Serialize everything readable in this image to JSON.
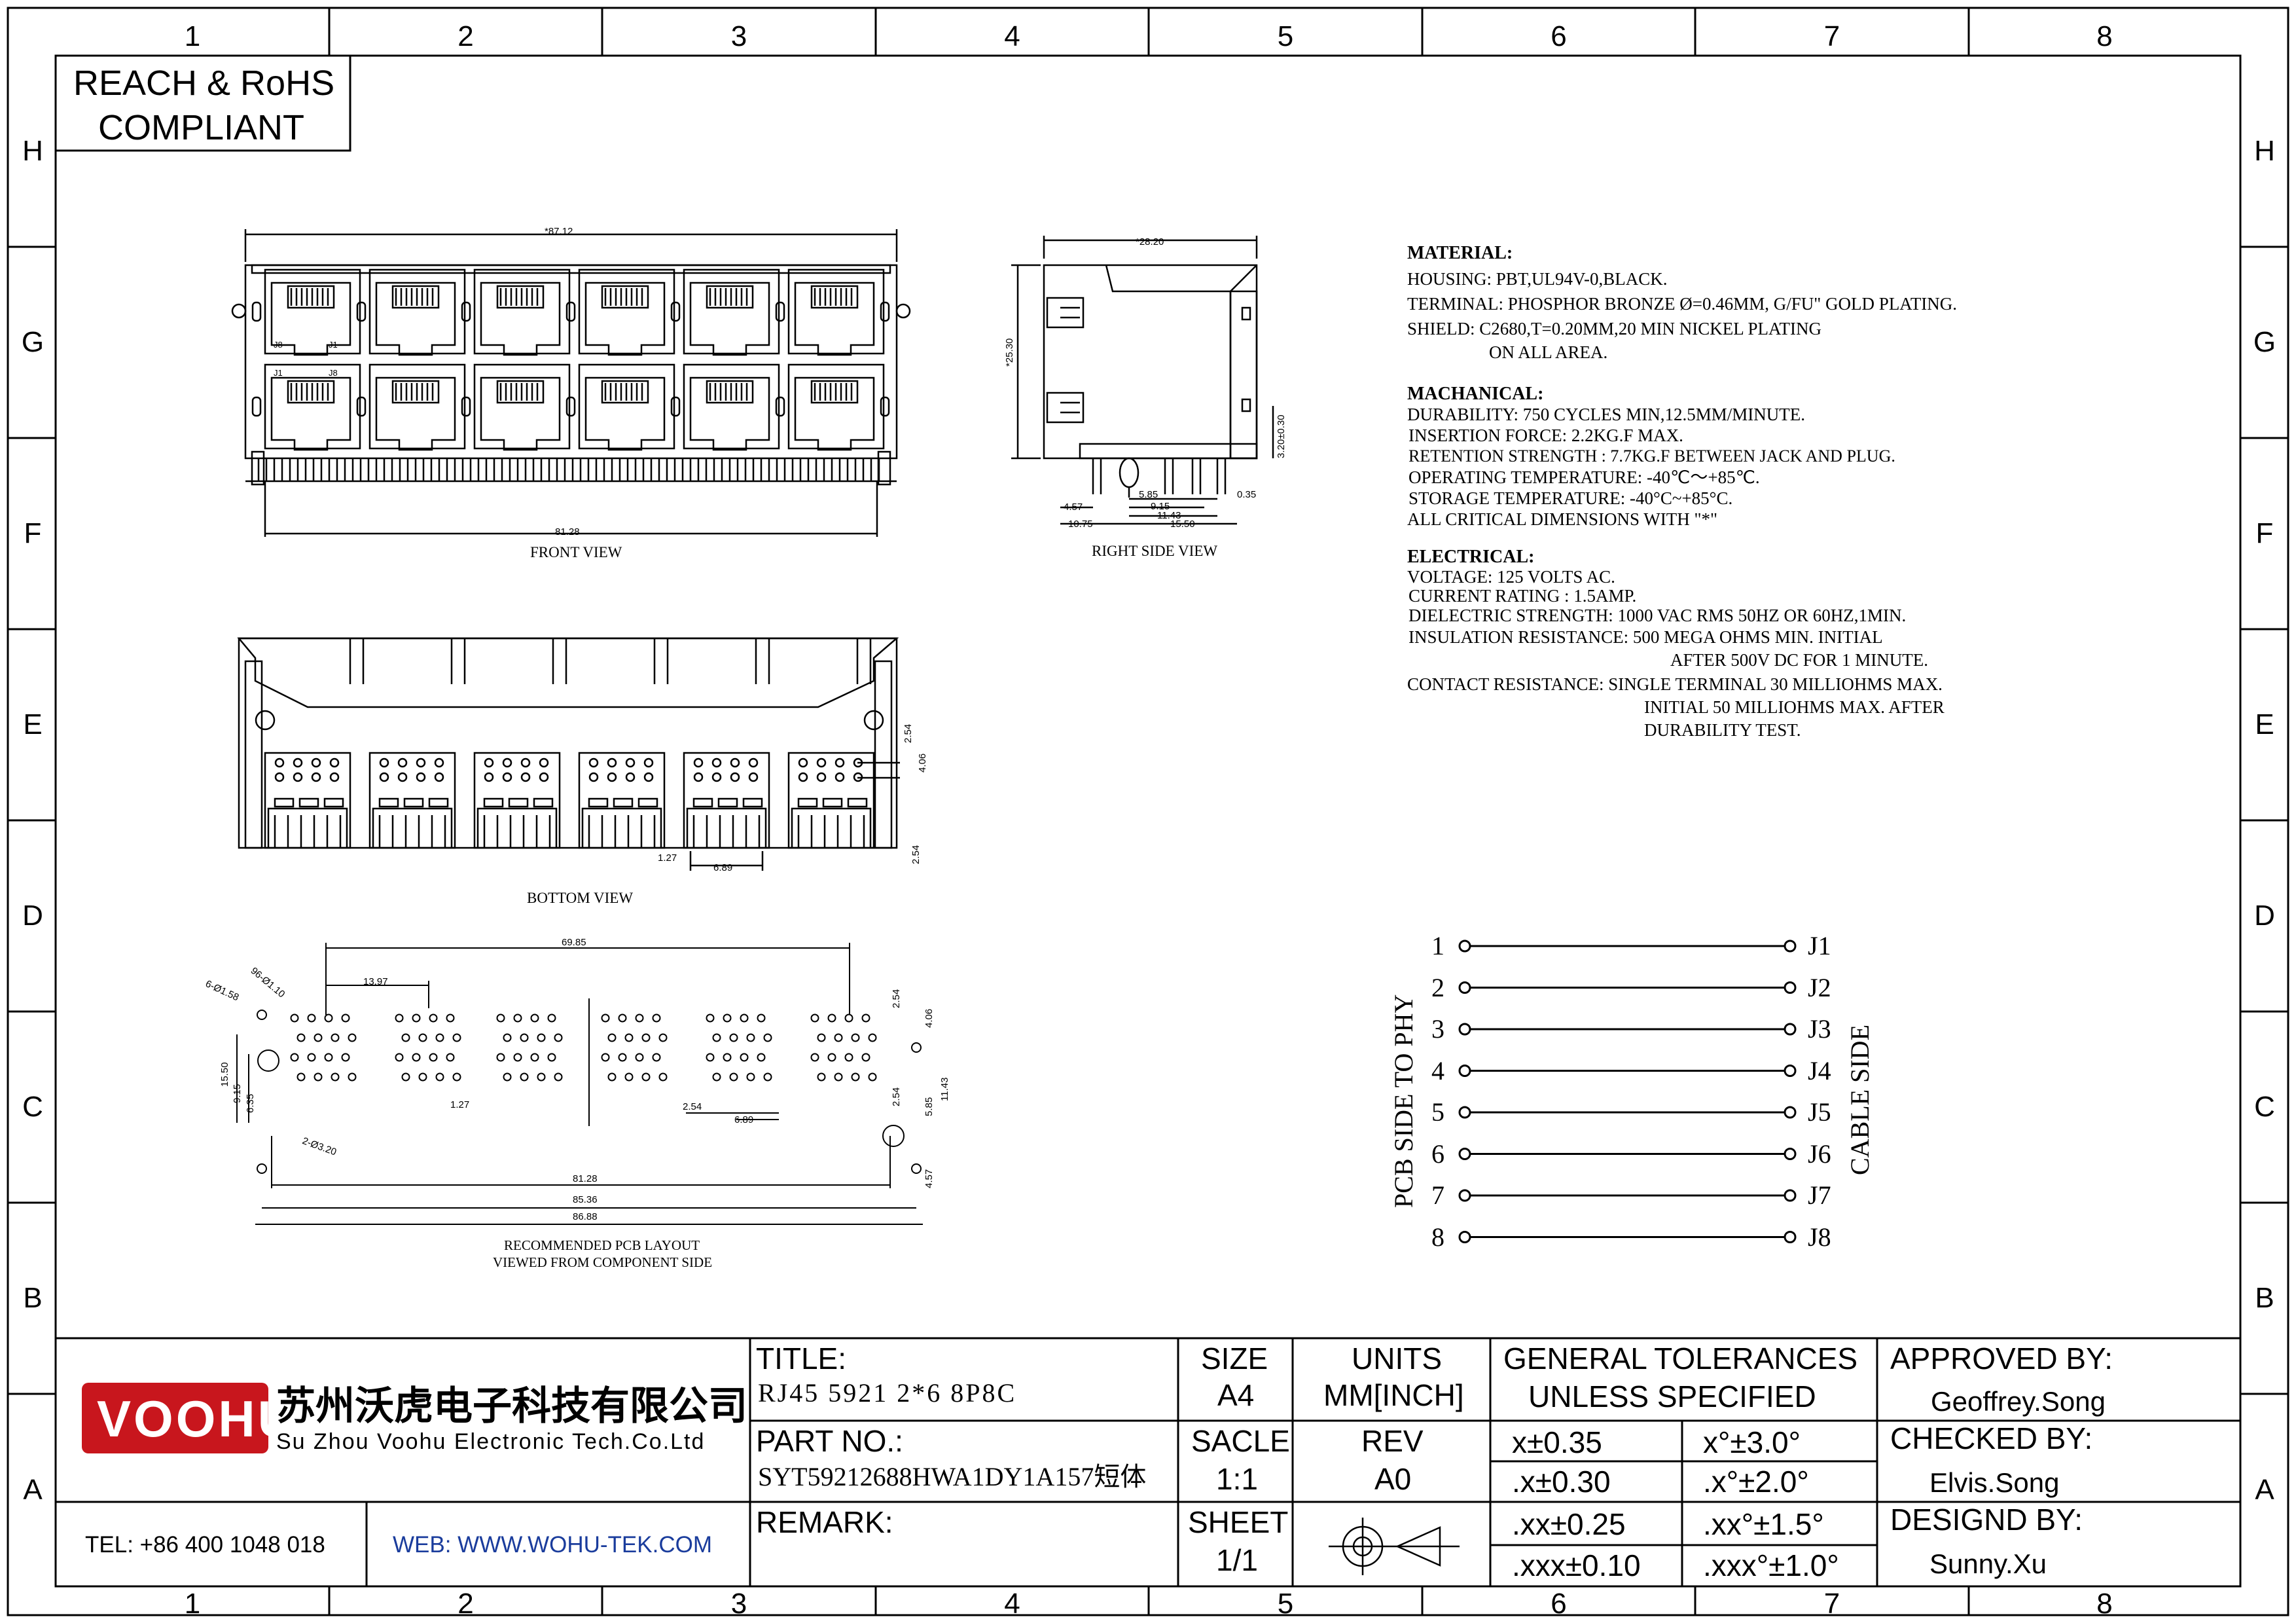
{
  "compliance": {
    "line1": "REACH & RoHS",
    "line2": "COMPLIANT"
  },
  "zones": {
    "columns": [
      "1",
      "2",
      "3",
      "4",
      "5",
      "6",
      "7",
      "8"
    ],
    "rows": [
      "H",
      "G",
      "F",
      "E",
      "D",
      "C",
      "B",
      "A"
    ]
  },
  "views": {
    "front": "FRONT VIEW",
    "right_side": "RIGHT SIDE VIEW",
    "bottom": "BOTTOM VIEW",
    "pcb_line1": "RECOMMENDED PCB LAYOUT",
    "pcb_line2": "VIEWED FROM COMPONENT SIDE"
  },
  "dimensions": {
    "front_width": "*87.12",
    "front_pitch": "81.28",
    "side_width": "*28.20",
    "side_height": "*25.30",
    "side_peg": "3.20±0.30",
    "side_457": "4.57",
    "side_1075": "10.75",
    "side_585": "5.85",
    "side_915": "9.15",
    "side_1143": "11.43",
    "side_1550": "15.50",
    "side_035": "0.35",
    "bottom_254a": "2.54",
    "bottom_406": "4.06",
    "bottom_127": "1.27",
    "bottom_689": "6.89",
    "bottom_254b": "2.54",
    "pcb_6985": "69.85",
    "pcb_1397": "13.97",
    "pcb_hole158": "6-Ø1.58",
    "pcb_hole110": "96-Ø1.10",
    "pcb_hole320": "2-Ø3.20",
    "pcb_1550": "15.50",
    "pcb_915": "9.15",
    "pcb_635": "6.35",
    "pcb_127": "1.27",
    "pcb_254a": "2.54",
    "pcb_689": "6.89",
    "pcb_254b": "2.54",
    "pcb_406": "4.06",
    "pcb_254c": "2.54",
    "pcb_585": "5.85",
    "pcb_1143": "11.43",
    "pcb_457": "4.57",
    "pcb_8128": "81.28",
    "pcb_8536": "85.36",
    "pcb_8688": "86.88",
    "jack_j8": "J8",
    "jack_j1": "J1",
    "jack_j1b": "J1",
    "jack_j8b": "J8"
  },
  "specs": {
    "material": {
      "heading": "MATERIAL:",
      "lines": [
        "HOUSING: PBT,UL94V-0,BLACK.",
        "TERMINAL: PHOSPHOR BRONZE Ø=0.46MM, G/FU\" GOLD PLATING.",
        "SHIELD: C2680,T=0.20MM,20 MIN NICKEL PLATING",
        "ON ALL AREA."
      ]
    },
    "mechanical": {
      "heading": "MACHANICAL:",
      "lines": [
        "DURABILITY: 750 CYCLES MIN,12.5MM/MINUTE.",
        "INSERTION FORCE: 2.2KG.F MAX.",
        "RETENTION STRENGTH : 7.7KG.F BETWEEN JACK AND PLUG.",
        "OPERATING TEMPERATURE: -40℃～+85℃.",
        "STORAGE TEMPERATURE: -40°C~+85°C.",
        "ALL CRITICAL DIMENSIONS WITH \"*\""
      ]
    },
    "electrical": {
      "heading": "ELECTRICAL:",
      "lines": [
        "VOLTAGE: 125 VOLTS AC.",
        "CURRENT RATING : 1.5AMP.",
        "DIELECTRIC STRENGTH: 1000 VAC RMS 50HZ OR 60HZ,1MIN.",
        "INSULATION RESISTANCE: 500 MEGA OHMS MIN. INITIAL",
        "AFTER 500V DC FOR 1 MINUTE.",
        "CONTACT RESISTANCE: SINGLE TERMINAL 30 MILLIOHMS MAX.",
        "INITIAL 50 MILLIOHMS MAX. AFTER",
        "DURABILITY TEST."
      ]
    }
  },
  "wiring": {
    "left_label": "PCB SIDE TO PHY",
    "right_label": "CABLE SIDE",
    "pins": [
      "1",
      "2",
      "3",
      "4",
      "5",
      "6",
      "7",
      "8"
    ],
    "jacks": [
      "J1",
      "J2",
      "J3",
      "J4",
      "J5",
      "J6",
      "J7",
      "J8"
    ]
  },
  "title_block": {
    "logo_text": "VOOHU",
    "company_cn": "苏州沃虎电子科技有限公司",
    "company_en": "Su Zhou Voohu Electronic Tech.Co.Ltd",
    "tel": "TEL: +86 400 1048 018",
    "web": "WEB: WWW.WOHU-TEK.COM",
    "title_label": "TITLE:",
    "title_value": "RJ45 5921 2*6 8P8C",
    "part_label": "PART NO.:",
    "part_value": "SYT59212688HWA1DY1A157短体",
    "remark_label": "REMARK:",
    "size_label": "SIZE",
    "size_value": "A4",
    "units_label": "UNITS",
    "units_value": "MM[INCH]",
    "scale_label": "SACLE",
    "scale_value": "1:1",
    "rev_label": "REV",
    "rev_value": "A0",
    "sheet_label": "SHEET",
    "sheet_value": "1/1",
    "tol_header1": "GENERAL TOLERANCES",
    "tol_header2": "UNLESS SPECIFIED",
    "tolerances": [
      [
        "x±0.35",
        "x°±3.0°"
      ],
      [
        ".x±0.30",
        ".x°±2.0°"
      ],
      [
        ".xx±0.25",
        ".xx°±1.5°"
      ],
      [
        ".xxx±0.10",
        ".xxx°±1.0°"
      ]
    ],
    "approved_label": "APPROVED BY:",
    "approved_by": "Geoffrey.Song",
    "checked_label": "CHECKED BY:",
    "checked_by": "Elvis.Song",
    "designed_label": "DESIGND BY:",
    "designed_by": "Sunny.Xu"
  },
  "colors": {
    "logo_red": "#c8161d",
    "web_blue": "#1a3c9c",
    "line": "#000000"
  }
}
